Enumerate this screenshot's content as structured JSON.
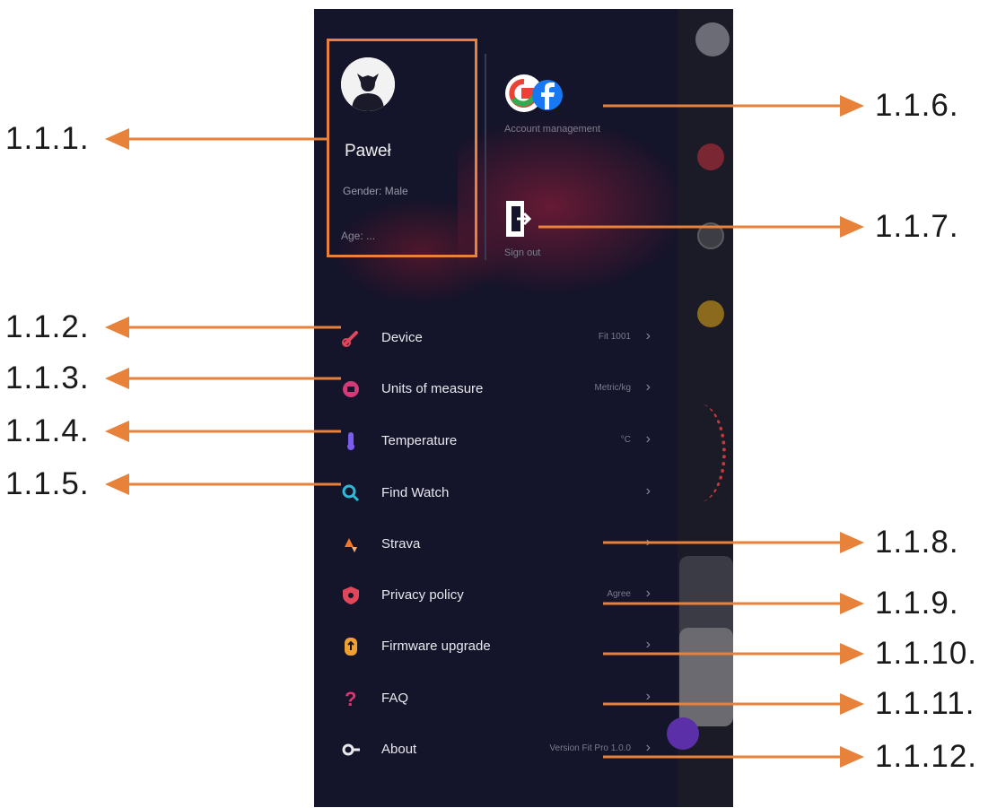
{
  "profile": {
    "name": "Paweł",
    "gender": "Gender: Male",
    "extra": "Age: ..."
  },
  "account": {
    "label": "Account management"
  },
  "signout": {
    "label": "Sign out"
  },
  "menu": [
    {
      "label": "Device",
      "value": "Fit 1001",
      "icon": "link-icon",
      "color": "#e0475a"
    },
    {
      "label": "Units of measure",
      "value": "Metric/kg",
      "icon": "scale-icon",
      "color": "#d23a78"
    },
    {
      "label": "Temperature",
      "value": "°C",
      "icon": "thermometer-icon",
      "color": "#7b5cf0"
    },
    {
      "label": "Find Watch",
      "value": "",
      "icon": "search-icon",
      "color": "#2fb9d6"
    },
    {
      "label": "Strava",
      "value": "",
      "icon": "strava-icon",
      "color": "#f07a2a"
    },
    {
      "label": "Privacy policy",
      "value": "Agree",
      "icon": "shield-icon",
      "color": "#e0475a"
    },
    {
      "label": "Firmware upgrade",
      "value": "",
      "icon": "firmware-icon",
      "color": "#f0a030"
    },
    {
      "label": "FAQ",
      "value": "",
      "icon": "question-icon",
      "color": "#e03470"
    },
    {
      "label": "About",
      "value": "Version Fit Pro 1.0.0",
      "icon": "info-icon",
      "color": "#e8e8ee"
    }
  ],
  "annotations": {
    "a111": "1.1.1.",
    "a112": "1.1.2.",
    "a113": "1.1.3.",
    "a114": "1.1.4.",
    "a115": "1.1.5.",
    "a116": "1.1.6.",
    "a117": "1.1.7.",
    "a118": "1.1.8.",
    "a119": "1.1.9.",
    "a1110": "1.1.10.",
    "a1111": "1.1.11.",
    "a1112": "1.1.12."
  },
  "colors": {
    "annotation": "#e8813a",
    "background": "#14142a"
  }
}
